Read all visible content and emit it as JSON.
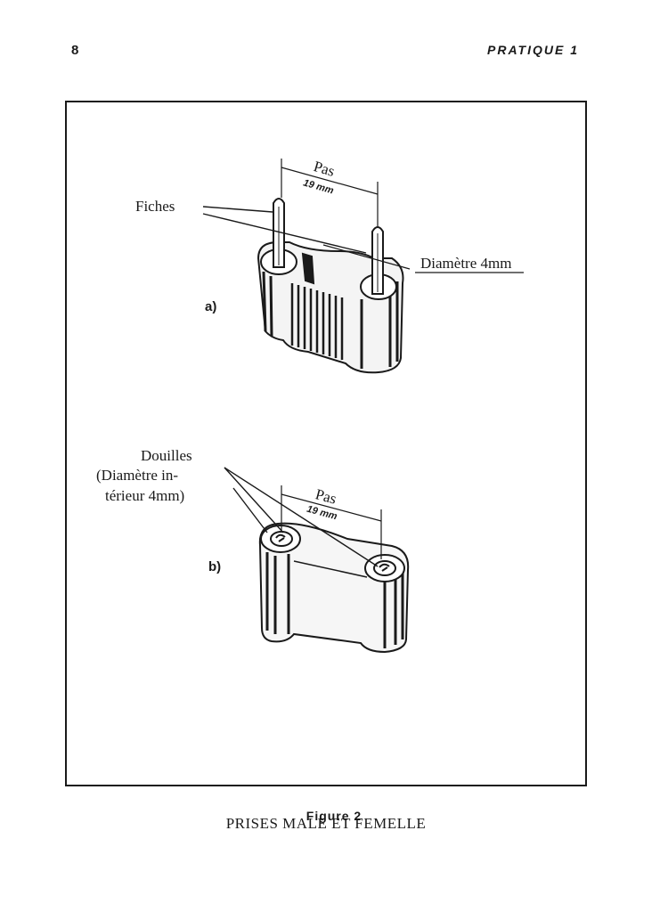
{
  "header": {
    "page_number": "8",
    "running_head": "PRATIQUE 1"
  },
  "figure": {
    "plug_male": {
      "variant_label": "a)",
      "pitch_label": "Pas",
      "pitch_value": "19 mm",
      "pins_label": "Fiches",
      "diameter_label": "Diamètre 4mm"
    },
    "plug_female": {
      "variant_label": "b)",
      "pitch_label": "Pas",
      "pitch_value": "19 mm",
      "sockets_label_line1": "Douilles",
      "sockets_label_line2": "(Diamètre in-",
      "sockets_label_line3": "térieur 4mm)"
    },
    "title": "PRISES MALE   ET FEMELLE"
  },
  "caption": "Figure 2"
}
